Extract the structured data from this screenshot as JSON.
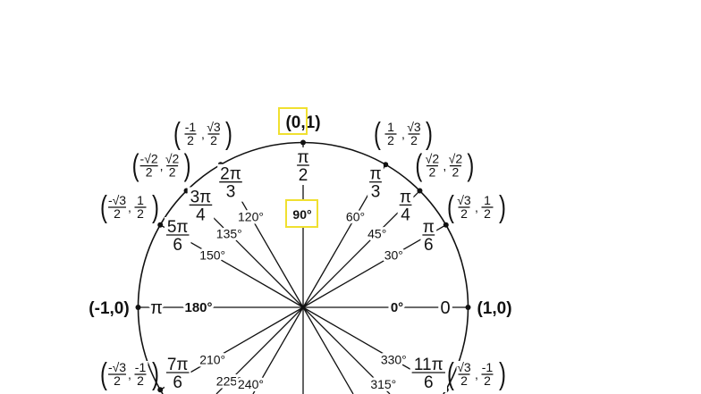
{
  "figure": {
    "points": [
      {
        "angle": 0,
        "degree": "0°",
        "radian": "0",
        "coord": "(1,0)"
      },
      {
        "angle": 30,
        "degree": "30°",
        "radian": {
          "num": "π",
          "den": "6"
        },
        "coord": {
          "x": {
            "num": "√3",
            "den": "2"
          },
          "y": {
            "num": "1",
            "den": "2"
          }
        }
      },
      {
        "angle": 45,
        "degree": "45°",
        "radian": {
          "num": "π",
          "den": "4"
        },
        "coord": {
          "x": {
            "num": "√2",
            "den": "2"
          },
          "y": {
            "num": "√2",
            "den": "2"
          }
        }
      },
      {
        "angle": 60,
        "degree": "60°",
        "radian": {
          "num": "π",
          "den": "3"
        },
        "coord": {
          "x": {
            "num": "1",
            "den": "2"
          },
          "y": {
            "num": "√3",
            "den": "2"
          }
        }
      },
      {
        "angle": 90,
        "degree": "90°",
        "radian": {
          "num": "π",
          "den": "2"
        },
        "coord": "(0,1)"
      },
      {
        "angle": 120,
        "degree": "120°",
        "radian": {
          "num": "2π",
          "den": "3"
        },
        "coord": {
          "x": {
            "num": "-1",
            "den": "2"
          },
          "y": {
            "num": "√3",
            "den": "2"
          }
        }
      },
      {
        "angle": 135,
        "degree": "135°",
        "radian": {
          "num": "3π",
          "den": "4"
        },
        "coord": {
          "x": {
            "num": "-√2",
            "den": "2"
          },
          "y": {
            "num": "√2",
            "den": "2"
          }
        }
      },
      {
        "angle": 150,
        "degree": "150°",
        "radian": {
          "num": "5π",
          "den": "6"
        },
        "coord": {
          "x": {
            "num": "-√3",
            "den": "2"
          },
          "y": {
            "num": "1",
            "den": "2"
          }
        }
      },
      {
        "angle": 180,
        "degree": "180°",
        "radian": "π",
        "coord": "(-1,0)"
      },
      {
        "angle": 210,
        "degree": "210°",
        "radian": {
          "num": "7π",
          "den": "6"
        },
        "coord": {
          "x": {
            "num": "-√3",
            "den": "2"
          },
          "y": {
            "num": "-1",
            "den": "2"
          }
        }
      },
      {
        "angle": 225,
        "degree": "225°"
      },
      {
        "angle": 240,
        "degree": "240°"
      },
      {
        "angle": 270
      },
      {
        "angle": 300
      },
      {
        "angle": 315,
        "degree": "315°"
      },
      {
        "angle": 330,
        "degree": "330°",
        "radian": {
          "num": "11π",
          "den": "6"
        },
        "coord": {
          "x": {
            "num": "√3",
            "den": "2"
          },
          "y": {
            "num": "-1",
            "den": "2"
          }
        }
      }
    ],
    "highlight_color": "#f0e030"
  }
}
